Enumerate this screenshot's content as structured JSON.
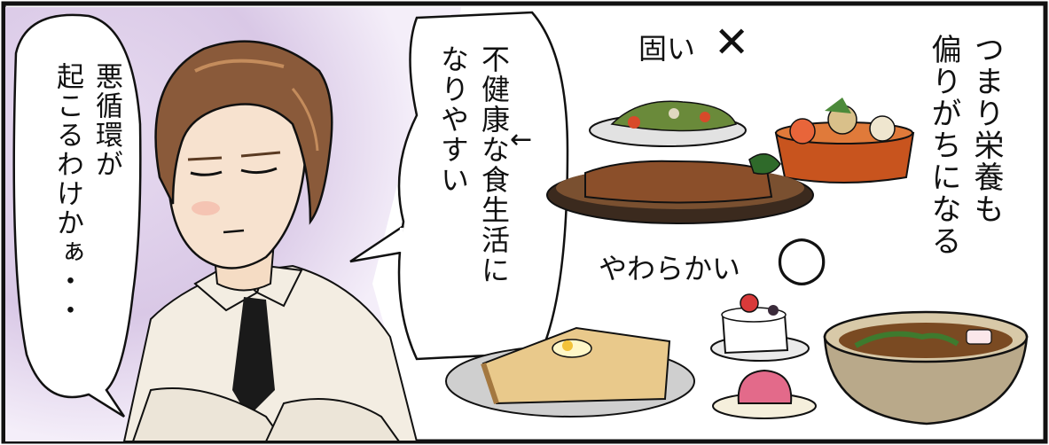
{
  "left_bubble": {
    "lines": [
      "悪循環が",
      "起こるわけかぁ・・"
    ]
  },
  "middle_bubble": {
    "arrow": "←",
    "lines": [
      "不健康な食生活に",
      "なりやすい"
    ]
  },
  "hard_label": {
    "text": "固い",
    "mark": "✕"
  },
  "soft_label": {
    "text": "やわらかい",
    "mark": "◯"
  },
  "right_text": {
    "lines": [
      "つまり栄養も",
      "偏りがちになる"
    ]
  },
  "colors": {
    "ink": "#111111",
    "background_purple": "#d9c8e6",
    "hair": "#8a5a3a",
    "shirt": "#f3ede2",
    "tie": "#1a1a1a",
    "plate": "#c9c9c9",
    "steak": "#8b4f2a",
    "bread": "#e9c98b",
    "cake": "#ffffff",
    "jelly": "#e36a8a",
    "soup": "#7a4a22",
    "bowl": "#b9a98a"
  }
}
